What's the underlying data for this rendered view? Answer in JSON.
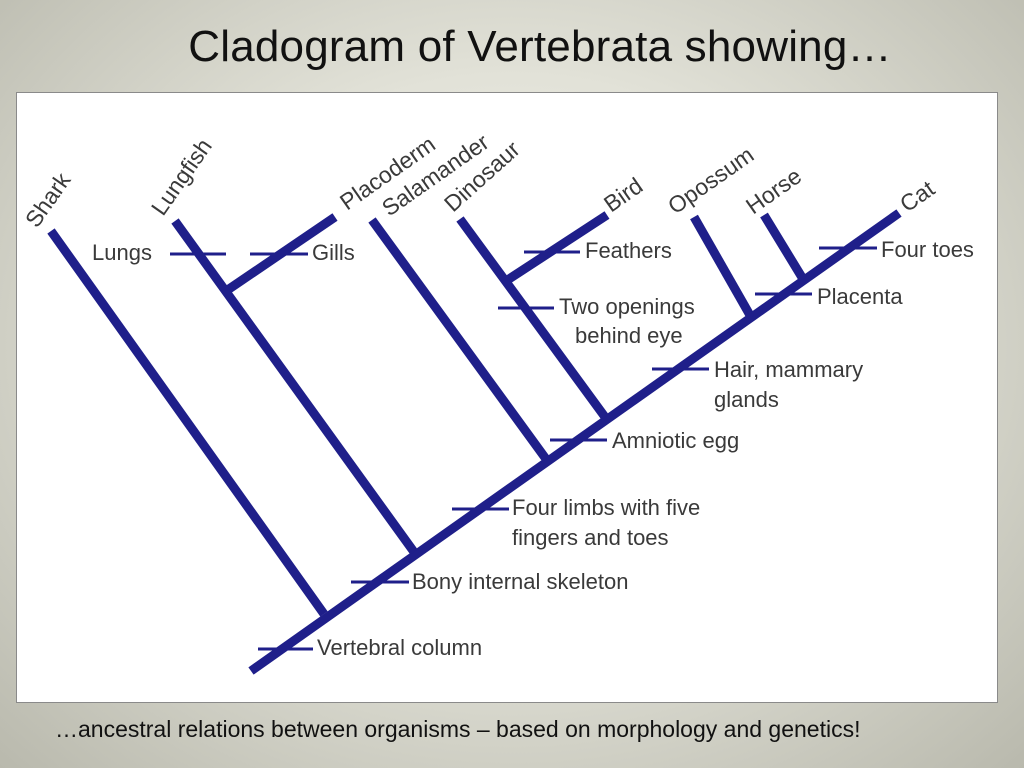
{
  "title": "Cladogram of Vertebrata showing…",
  "caption": "…ancestral relations between organisms – based on morphology and genetics!",
  "colors": {
    "branch": "#1f1f8a",
    "label_text": "#3a3a3a",
    "title_text": "#111111",
    "panel_bg": "#ffffff"
  },
  "taxa": [
    "Shark",
    "Lungfish",
    "Placoderm",
    "Salamander",
    "Dinosaur",
    "Bird",
    "Opossum",
    "Horse",
    "Cat"
  ],
  "traits": {
    "lungs": "Lungs",
    "gills": "Gills",
    "feathers": "Feathers",
    "two_openings": [
      "Two openings",
      "behind eye"
    ],
    "four_toes": "Four toes",
    "placenta": "Placenta",
    "hair_mammary": [
      "Hair, mammary",
      "glands"
    ],
    "amniotic_egg": "Amniotic egg",
    "four_limbs": [
      "Four limbs with five",
      "fingers and toes"
    ],
    "bony_skeleton": "Bony internal skeleton",
    "vertebral_column": "Vertebral column"
  }
}
